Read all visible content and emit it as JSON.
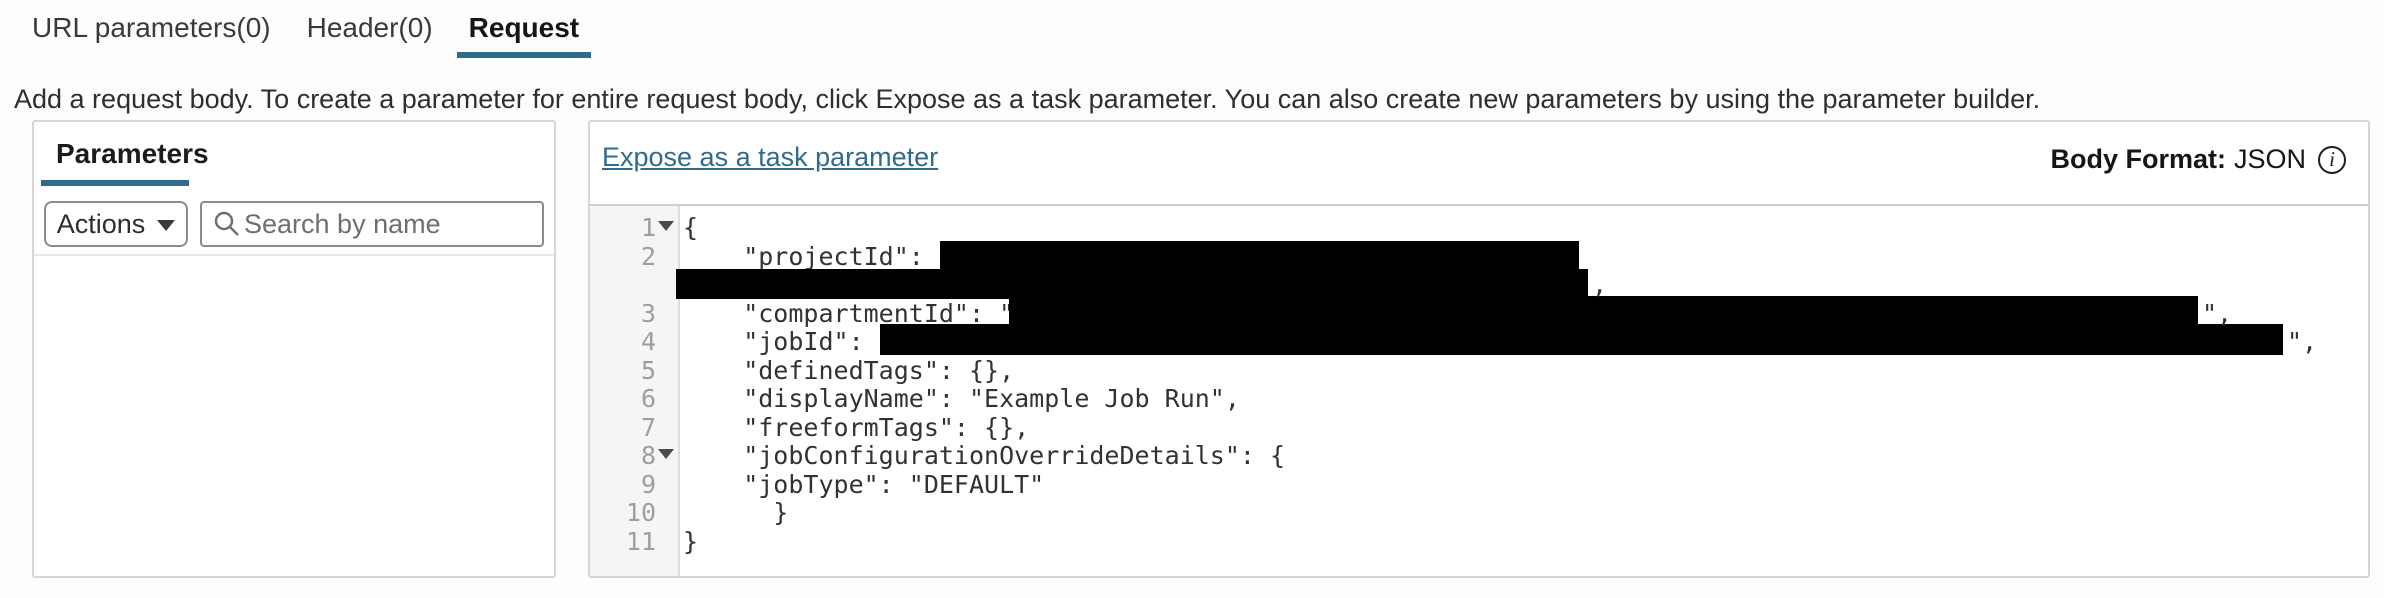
{
  "accent_color": "#2f6b8c",
  "tabs": [
    {
      "label": "URL parameters(0)",
      "active": false
    },
    {
      "label": "Header(0)",
      "active": false
    },
    {
      "label": "Request",
      "active": true
    }
  ],
  "description": "Add a request body. To create a parameter for entire request body, click Expose as a task parameter. You can also create new parameters by using the parameter builder.",
  "parameters_panel": {
    "title": "Parameters",
    "actions_label": "Actions",
    "search_placeholder": "Search by name",
    "icons": {
      "search": "magnifier-icon",
      "actions_caret": "caret-down-icon"
    }
  },
  "editor_header": {
    "expose_link": "Expose as a task parameter",
    "body_format_label": "Body Format:",
    "body_format_value": "JSON",
    "info_icon": "i"
  },
  "code": {
    "language": "JSON",
    "redacted_fields": [
      "projectId",
      "compartmentId",
      "jobId"
    ],
    "rows": [
      {
        "num": "1",
        "fold": true,
        "text": "{"
      },
      {
        "num": "2",
        "fold": false,
        "text": "    \"projectId\": \""
      },
      {
        "num": "",
        "fold": false,
        "text": "",
        "suffix": ","
      },
      {
        "num": "3",
        "fold": false,
        "text": "    \"compartmentId\": \"",
        "suffix": "\","
      },
      {
        "num": "4",
        "fold": false,
        "text": "    \"jobId\": \"",
        "suffix": "\","
      },
      {
        "num": "5",
        "fold": false,
        "text": "    \"definedTags\": {},"
      },
      {
        "num": "6",
        "fold": false,
        "text": "    \"displayName\": \"Example Job Run\","
      },
      {
        "num": "7",
        "fold": false,
        "text": "    \"freeformTags\": {},"
      },
      {
        "num": "8",
        "fold": true,
        "text": "    \"jobConfigurationOverrideDetails\": {"
      },
      {
        "num": "9",
        "fold": false,
        "text": "    \"jobType\": \"DEFAULT\""
      },
      {
        "num": "10",
        "fold": false,
        "text": "      }"
      },
      {
        "num": "11",
        "fold": false,
        "text": "}"
      }
    ]
  }
}
